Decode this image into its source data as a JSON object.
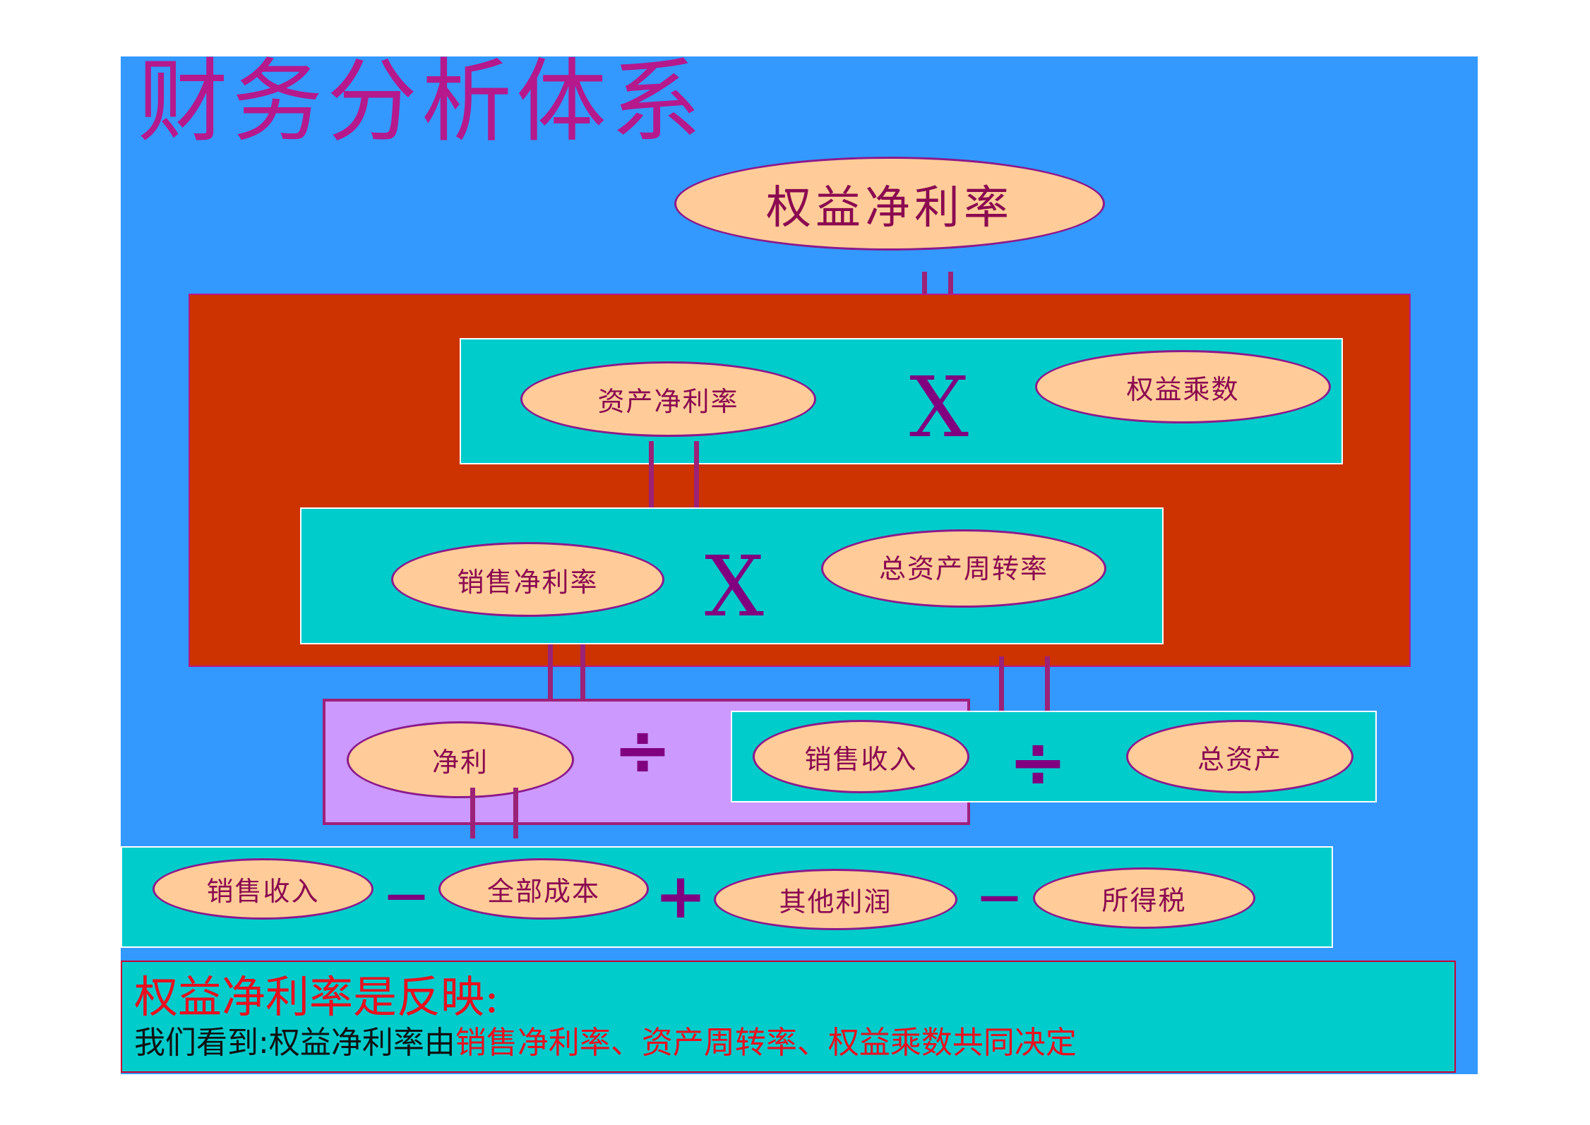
{
  "title": "财务分析体系",
  "nodes": {
    "roe": "权益净利率",
    "roa": "资产净利率",
    "equity_multiplier": "权益乘数",
    "net_profit_margin": "销售净利率",
    "total_asset_turnover": "总资产周转率",
    "net_profit": "净利",
    "sales_revenue_1": "销售收入",
    "total_assets": "总资产",
    "sales_revenue_2": "销售收入",
    "total_cost": "全部成本",
    "other_profit": "其他利润",
    "income_tax": "所得税"
  },
  "operators": {
    "multiply": "X",
    "divide": "÷",
    "minus": "—",
    "plus": "+"
  },
  "summary": {
    "line1": "权益净利率是反映:",
    "line2_prefix": "我们看到:权益净利率由",
    "line2_highlight": "销售净利率、资产周转率、权益乘数共同决定"
  },
  "colors": {
    "slide_background": "#3399ff",
    "red_panel": "#cc3300",
    "cyan_panel": "#00cccc",
    "purple_panel": "#cc99ff",
    "ellipse_fill": "#ffcc99",
    "title_text": "#b5198c",
    "connector": "#9b2277",
    "summary_red": "#e8101e"
  }
}
